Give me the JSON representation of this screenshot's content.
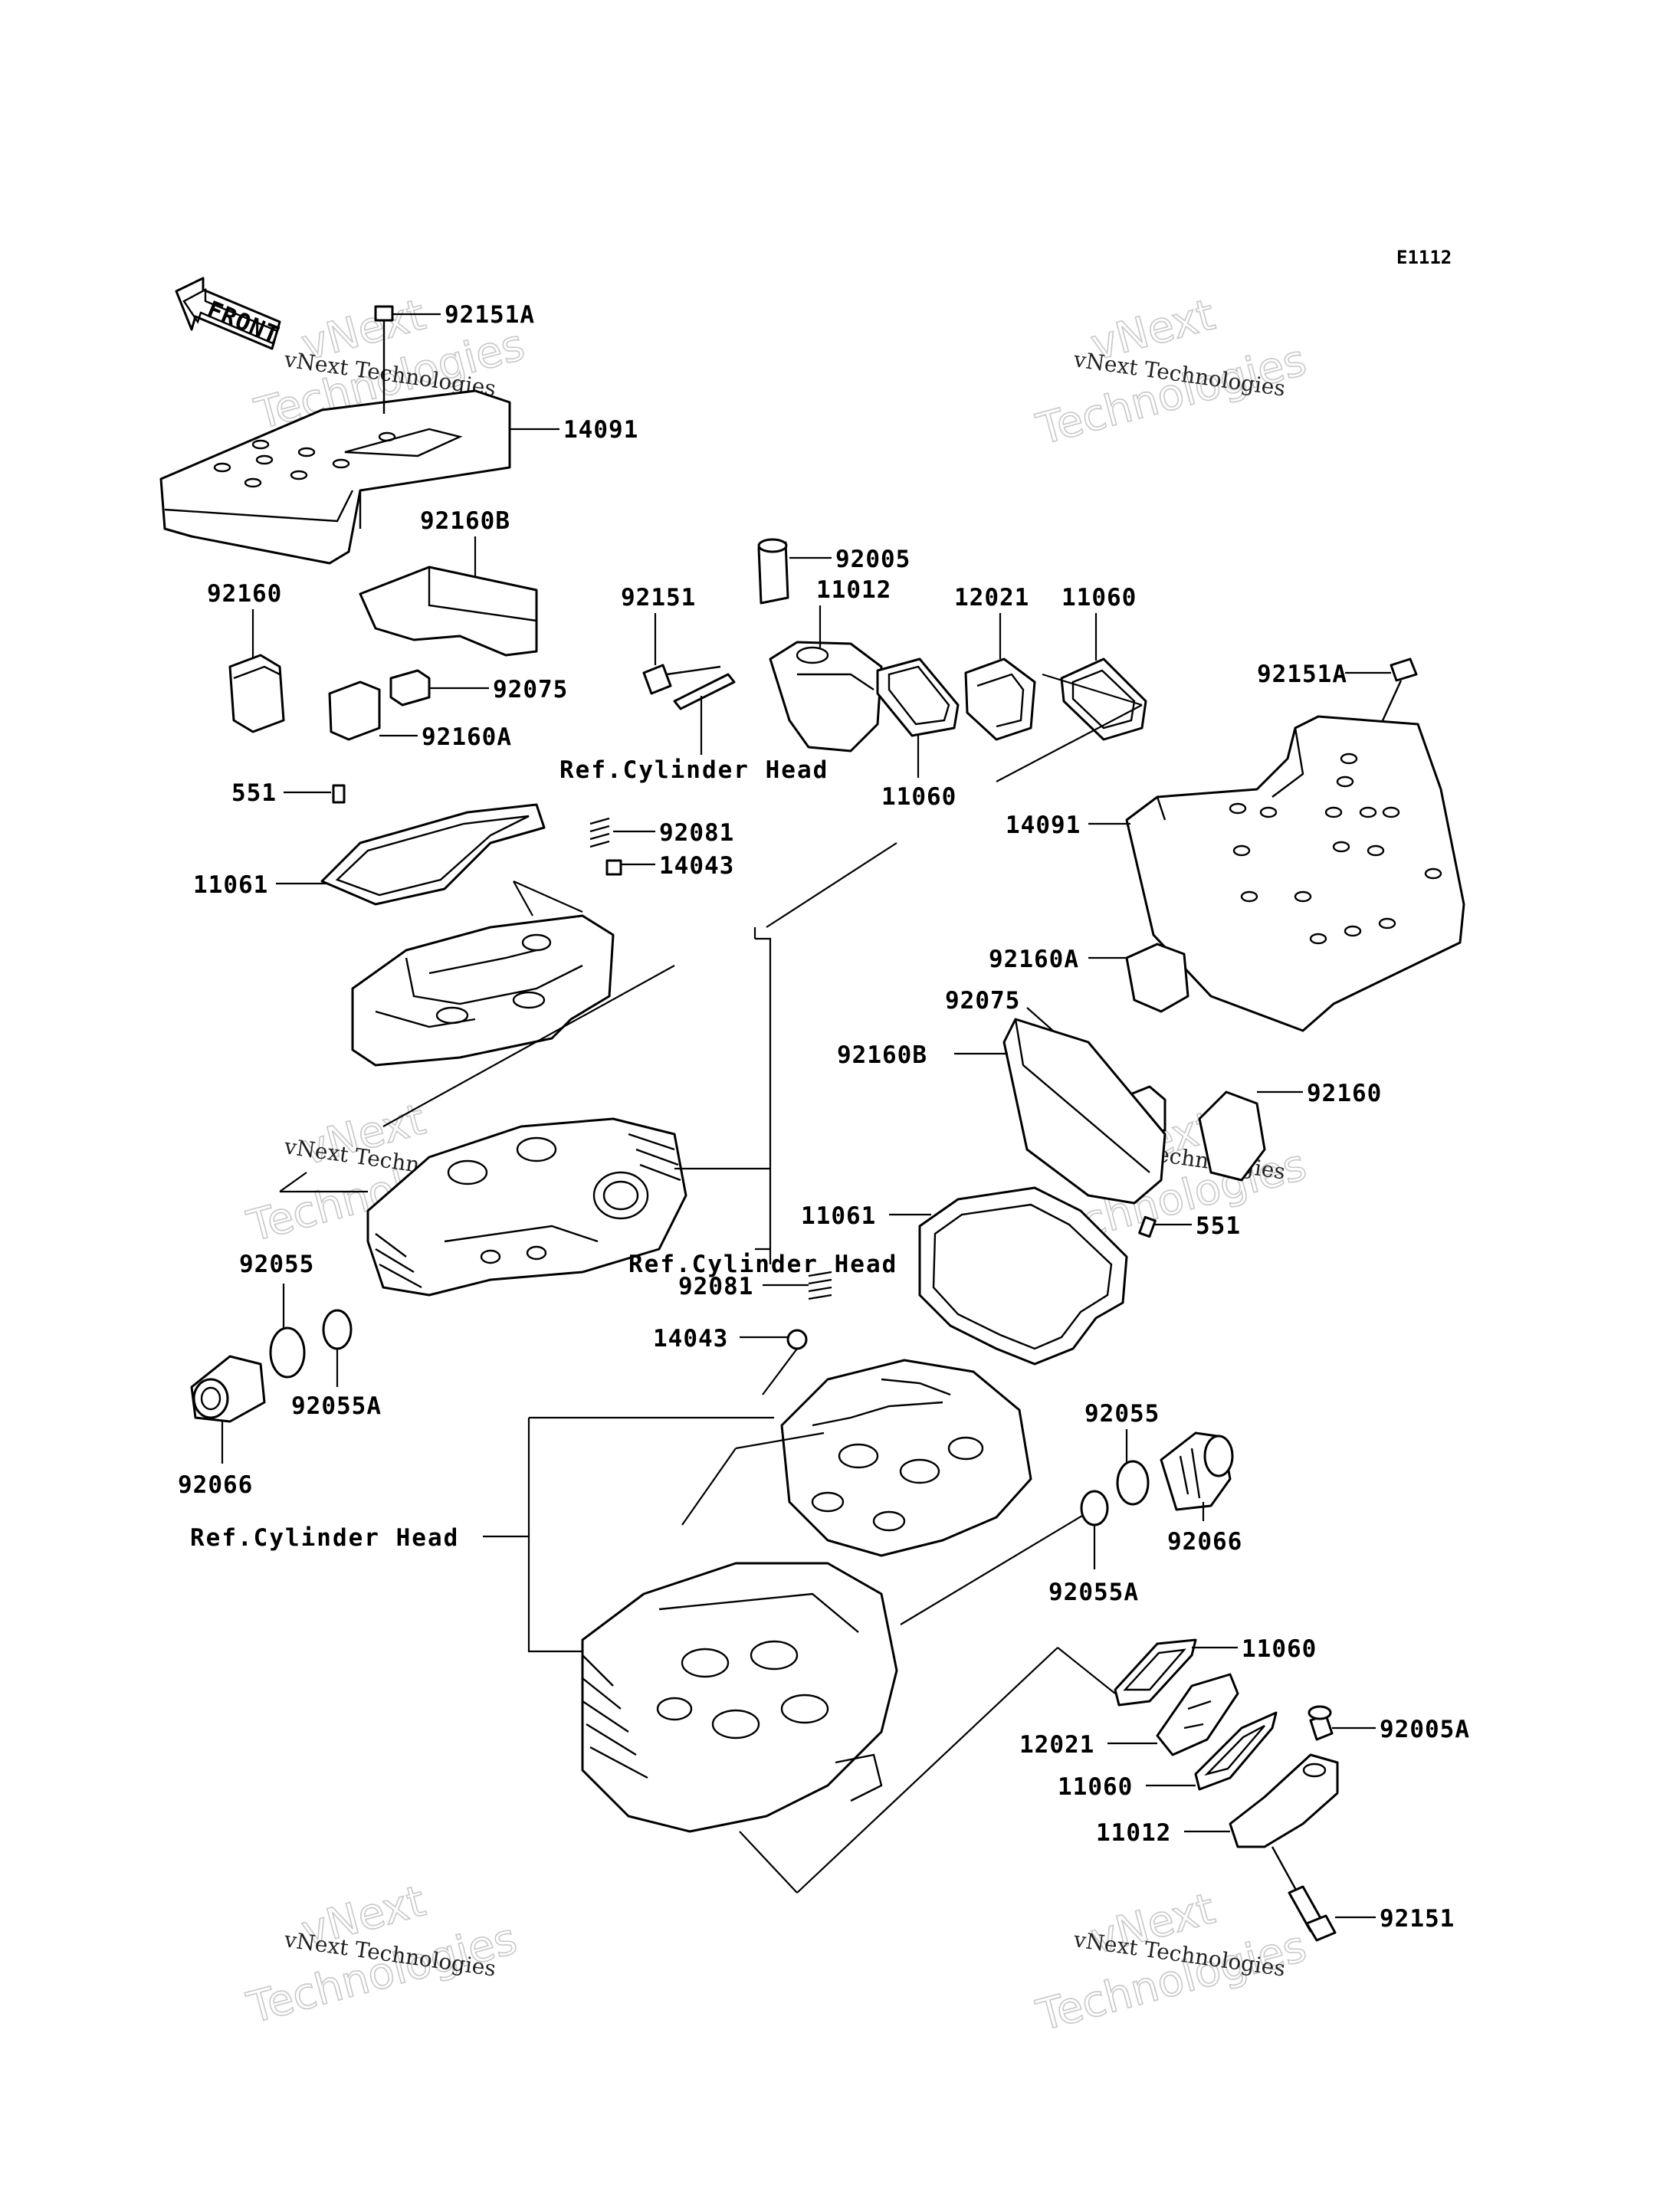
{
  "diagram_code": "E1112",
  "front_label": "FRONT",
  "watermark_text_small": "vNext Technologies",
  "watermark_text_large_1": "vNext",
  "watermark_text_large_2": "Technologies",
  "parts": {
    "p92151A_top": "92151A",
    "p14091_left": "14091",
    "p92160B_left": "92160B",
    "p92160_left": "92160",
    "p92075_left": "92075",
    "p92160A_left": "92160A",
    "p551_left": "551",
    "p11061_left": "11061",
    "p92081_left": "92081",
    "p14043_left": "14043",
    "p92005": "92005",
    "p11012_top": "11012",
    "p92151_top": "92151",
    "p12021_top": "12021",
    "p11060_top": "11060",
    "p11060_mid": "11060",
    "p92151A_right": "92151A",
    "p14091_right": "14091",
    "p92160A_right": "92160A",
    "p92075_right": "92075",
    "p92160B_right": "92160B",
    "p92160_right": "92160",
    "p11061_right": "11061",
    "p551_right": "551",
    "p92081_right": "92081",
    "p14043_right": "14043",
    "p92055_left": "92055",
    "p92055A_left": "92055A",
    "p92066_left": "92066",
    "p92055_right": "92055",
    "p92066_right": "92066",
    "p92055A_right": "92055A",
    "p11060_low1": "11060",
    "p12021_low": "12021",
    "p11060_low2": "11060",
    "p92005A": "92005A",
    "p11012_low": "11012",
    "p92151_low": "92151"
  },
  "refs": {
    "ref_top": "Ref.Cylinder Head",
    "ref_mid": "Ref.Cylinder Head",
    "ref_left": "Ref.Cylinder Head"
  }
}
